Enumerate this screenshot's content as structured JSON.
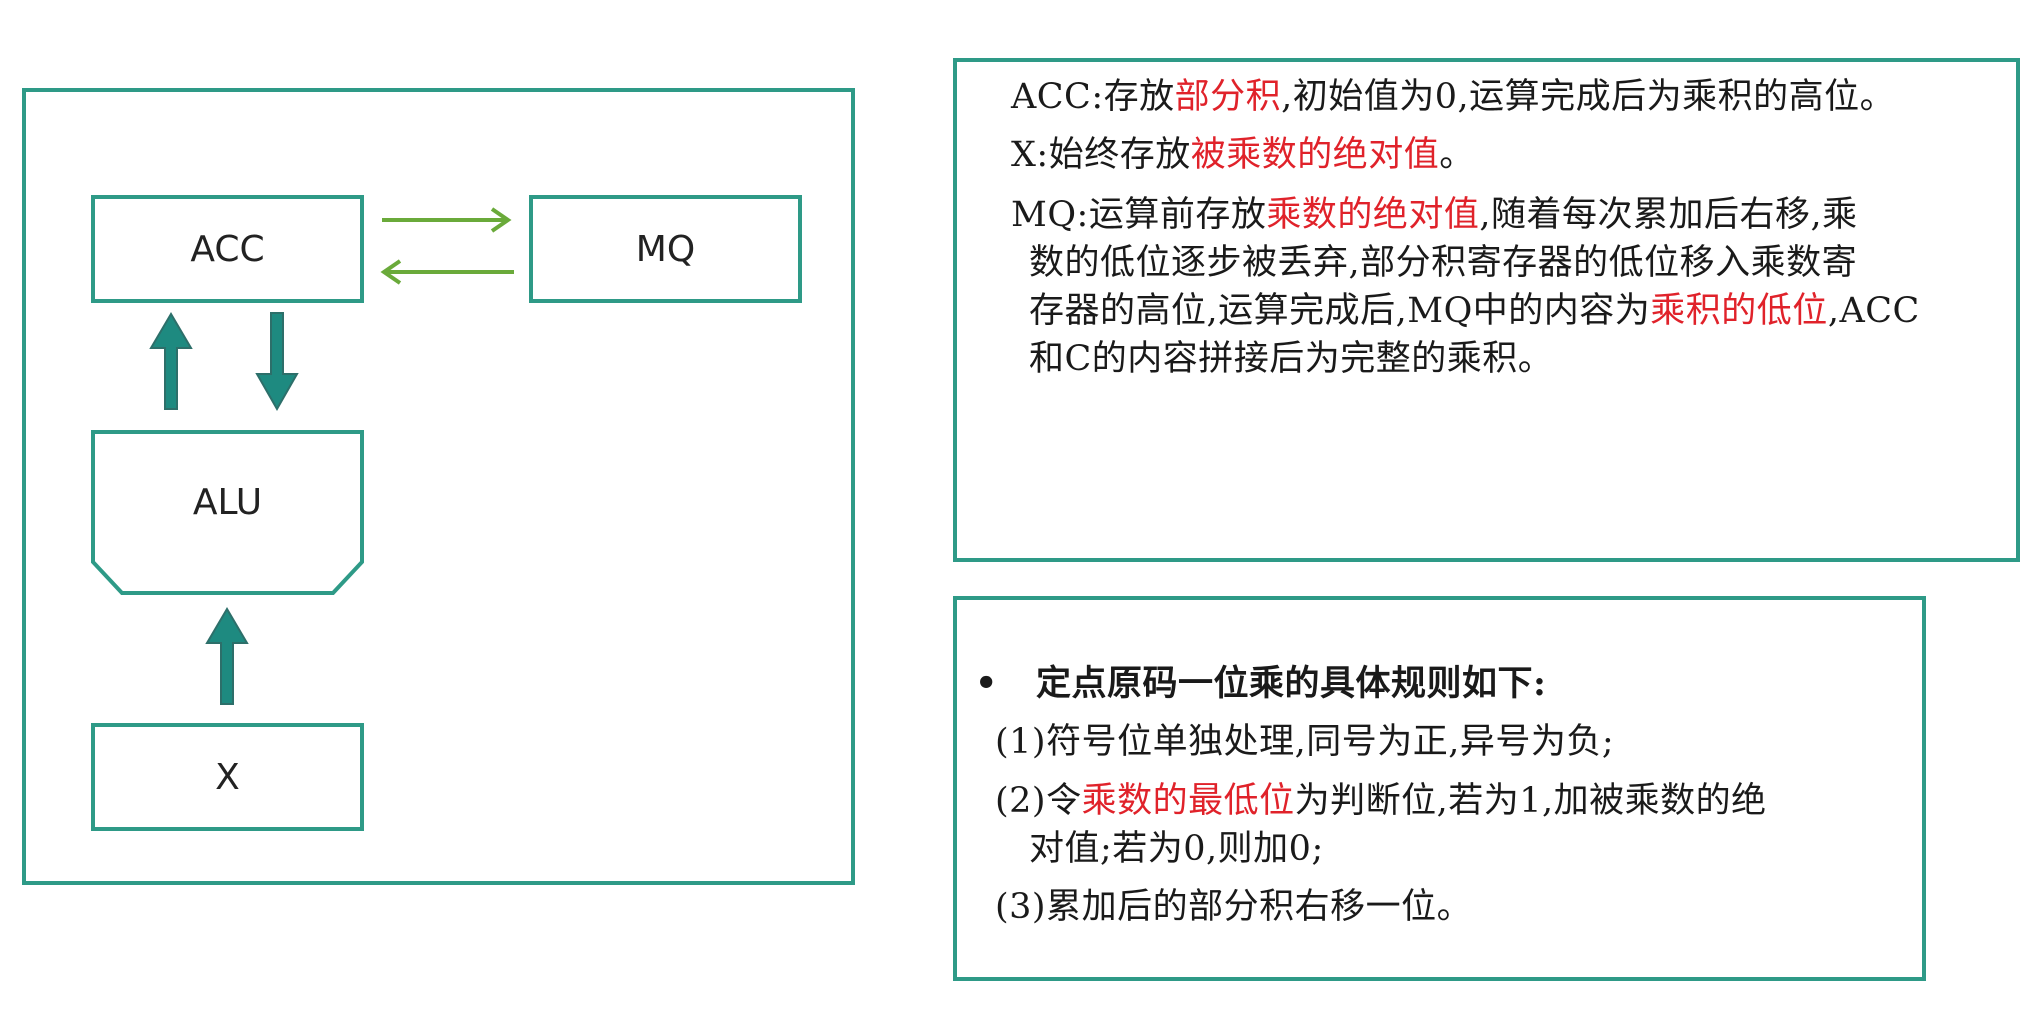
{
  "diagram": {
    "acc_label": "ACC",
    "mq_label": "MQ",
    "alu_label": "ALU",
    "x_label": "X",
    "colors": {
      "border": "#2e9a87",
      "thick_arrow": "#1e8a80",
      "thin_arrow": "#6aaa3a"
    }
  },
  "description": {
    "acc": {
      "prefix": "ACC:存放",
      "highlight": "部分积",
      "suffix": ",初始值为0,运算完成后为乘积的高位。"
    },
    "x": {
      "prefix": "X:始终存放",
      "highlight": "被乘数的绝对值",
      "suffix": "。"
    },
    "mq": {
      "line1_prefix": "MQ:运算前存放",
      "line1_highlight": "乘数的绝对值",
      "line1_suffix": ",随着每次累加后右移,乘",
      "line2": "数的低位逐步被丢弃,部分积寄存器的低位移入乘数寄",
      "line3_prefix": "存器的高位,运算完成后,MQ中的内容为",
      "line3_highlight": "乘积的低位",
      "line3_suffix": ",ACC",
      "line4": "和C的内容拼接后为完整的乘积。"
    }
  },
  "rules": {
    "bullet": "•",
    "heading": "定点原码一位乘的具体规则如下:",
    "rule1": "(1)符号位单独处理,同号为正,异号为负;",
    "rule2_prefix": "(2)令",
    "rule2_highlight": "乘数的最低位",
    "rule2_suffix": "为判断位,若为1,加被乘数的绝",
    "rule2_cont": "对值;若为0,则加0;",
    "rule3": "(3)累加后的部分积右移一位。"
  }
}
